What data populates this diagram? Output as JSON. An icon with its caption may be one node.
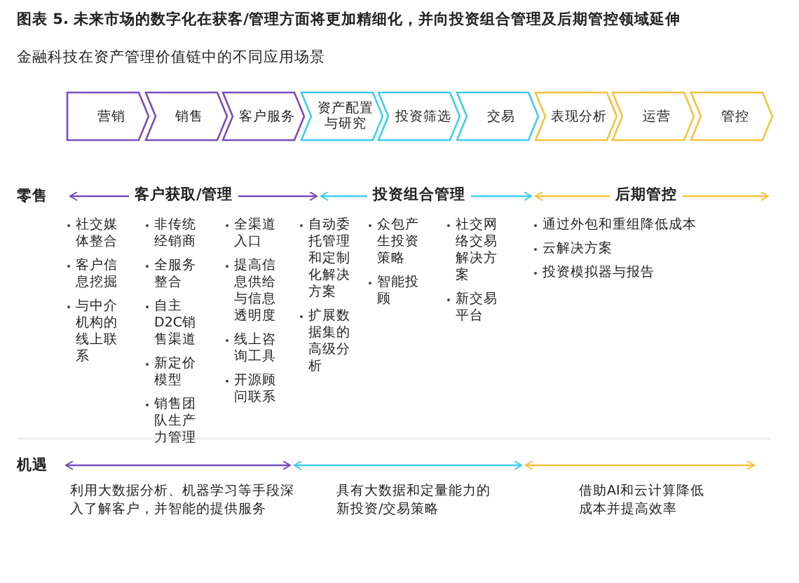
{
  "diagram": {
    "title": "图表 5. 未来市场的数字化在获客/管理方面将更加精细化，并向投资组合管理及后期管控领域延伸",
    "nodes": [
      {
        "text": [
          "营销"
        ]
      },
      {
        "text": [
          "销售"
        ]
      },
      {
        "text": [
          "客户服务"
        ]
      },
      {
        "text": [
          "资产配置与研究"
        ]
      },
      {
        "text": [
          "投资筛选"
        ]
      },
      {
        "text": [
          "交易"
        ]
      },
      {
        "text": [
          "表现分析"
        ]
      },
      {
        "text": [
          "运营"
        ]
      },
      {
        "text": [
          "管控"
        ]
      }
    ],
    "labels": [
      "金融科技在资产管理价值链中的不同应用场景",
      "零售",
      "客户获取/管理",
      "投资组合管理",
      "后期管控",
      "社交媒体整合",
      "客户信息挖掘",
      "与中介机构的线上联系",
      "非传统经销商",
      "全服务整合",
      "自主D2C销售渠道",
      "新定价模型",
      "销售团队生产力管理",
      "全渠道入口",
      "提高信息供给与信息透明度",
      "线上咨询工具",
      "开源顾问联系",
      "自动委托管理和定制化解决方案",
      "扩展数据集的高级分析",
      "众包产生投资策略",
      "智能投顾",
      "社交网络交易解决方案",
      "新交易平台",
      "通过外包和重组降低成本",
      "云解决方案",
      "投资模拟器与报告",
      "机遇",
      "利用大数据分析、机器学习等手段深入了解客户，并智能的提供服务",
      "具有大数据和定量能力的新投资/交易策略",
      "借助AI和云计算降低成本并提高效率"
    ]
  }
}
